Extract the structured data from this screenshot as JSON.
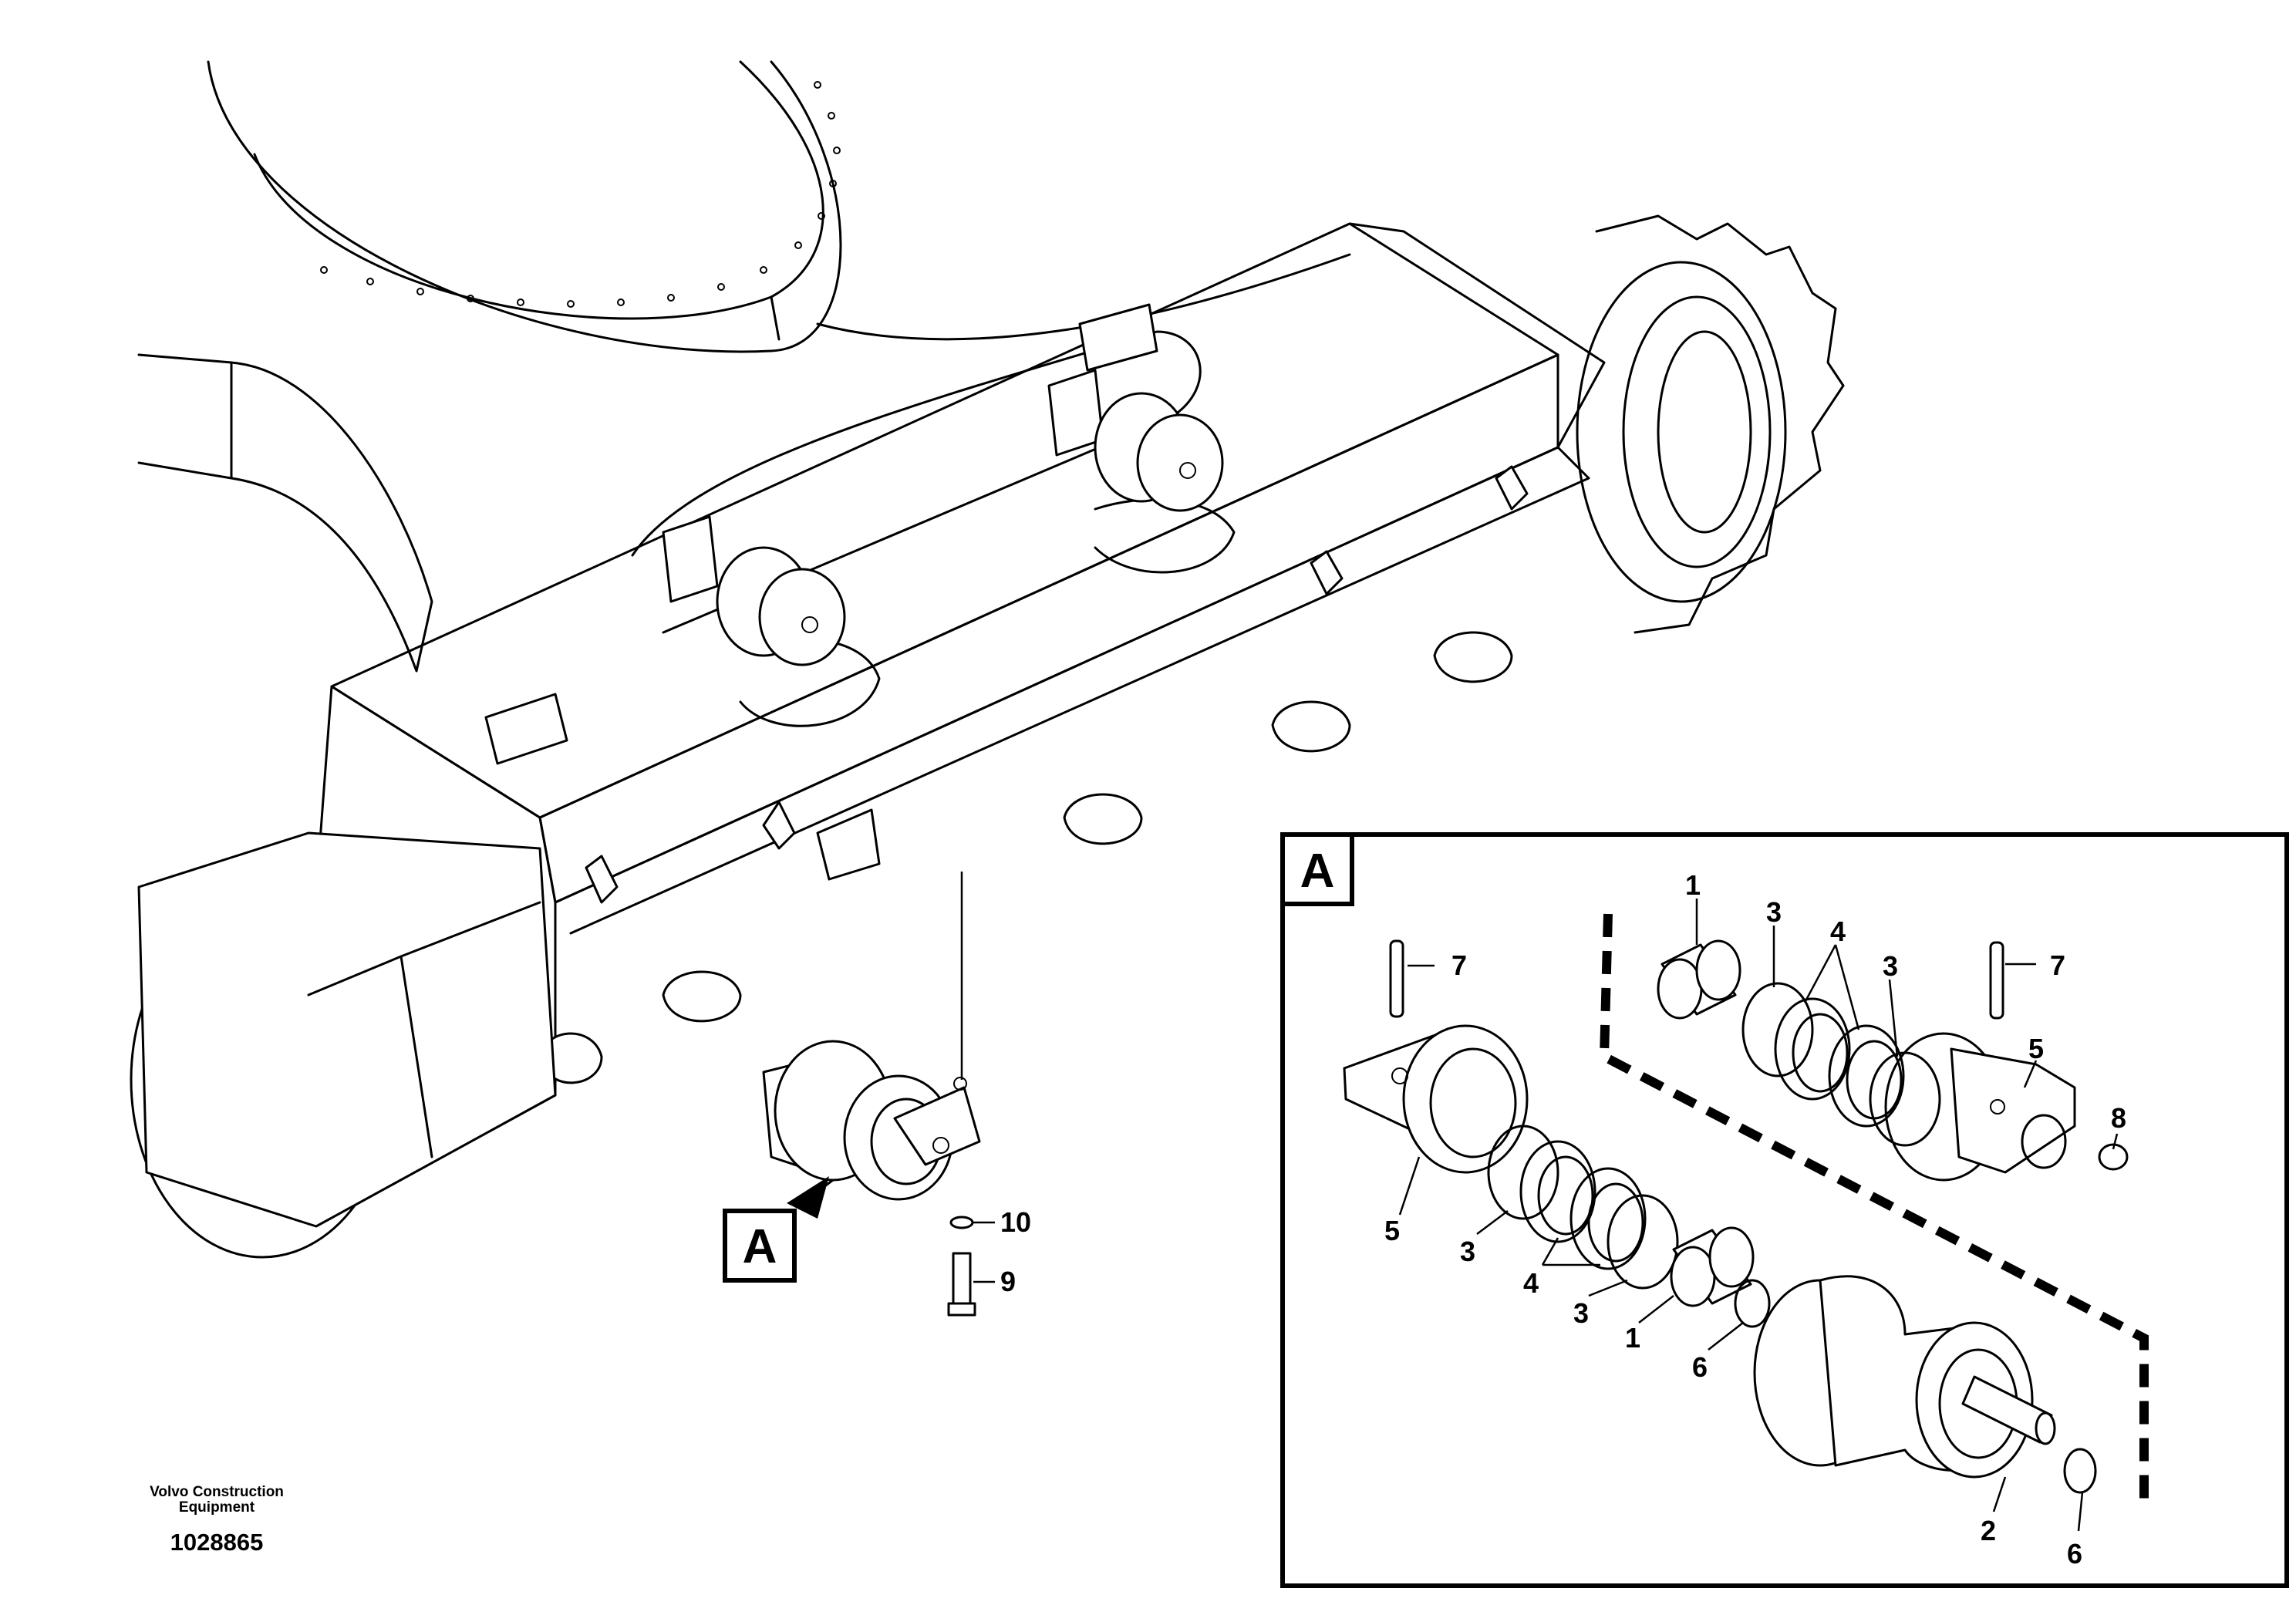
{
  "publisher": {
    "line1": "Volvo Construction",
    "line2": "Equipment"
  },
  "document_number": "1028865",
  "detail_view_label": "A",
  "callouts": {
    "main": {
      "c10": "10",
      "c9": "9"
    },
    "detail": {
      "c1a": "1",
      "c3a": "3",
      "c4a": "4",
      "c3b": "3",
      "c7a": "7",
      "c7b": "7",
      "c5a": "5",
      "c8": "8",
      "c5b": "5",
      "c3c": "3",
      "c4b": "4",
      "c3d": "3",
      "c1b": "1",
      "c6a": "6",
      "c2": "2",
      "c6b": "6"
    }
  }
}
